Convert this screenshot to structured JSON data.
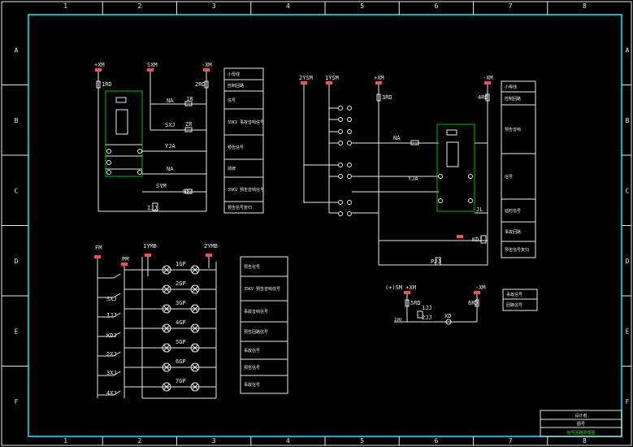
{
  "ruler": {
    "cols": [
      "1",
      "2",
      "3",
      "4",
      "5",
      "6",
      "7",
      "8"
    ],
    "rows": [
      "A",
      "B",
      "C",
      "D",
      "E",
      "F"
    ]
  },
  "labels": {
    "p1_xm_pos": "+XM",
    "p1_sxm": "SXM",
    "p1_xm_neg": "-XM",
    "p1_1rd": "1RD",
    "p1_2rd": "2RD",
    "p1_na": "NA",
    "p1_1r": "1R",
    "p1_sxj": "SXJ",
    "p1_zr": "ZR",
    "p1_yja": "YJA",
    "p1_na2": "NA",
    "p1_sym": "SYM",
    "p1_sxj2": "SXJ",
    "p1_ijj": "IJJ",
    "p2_2ysm": "2YSM",
    "p2_1ysm": "1YSM",
    "p2_xm_pos": "+XM",
    "p2_xm_neg": "-XM",
    "p2_3rd": "3RD",
    "p2_4rd": "4RD",
    "p2_na": "NA",
    "p2_yja": "YJA",
    "p2_jl": "JL",
    "p2_kdj": "KDJ",
    "p2_pjj": "PJJ",
    "p3_fm": "FM",
    "p3_pm": "PM",
    "p3_1ymb": "1YMB",
    "p3_2ymb": "2YMB",
    "p3_sxj": "SXJ",
    "p3_1jj": "1JJ",
    "p3_kdj": "KDJ",
    "p3_2xj": "2XJ",
    "p3_3xj": "3XJ",
    "p3_4xj": "4XJ",
    "p4_sm": "(+)SM +XM",
    "p4_xm_neg": "-XM",
    "p4_5rd": "5RD",
    "p4_6rd": "6RD",
    "p4_ijj": "1JJ",
    "p4_2jj": "2JJ",
    "p4_xd": "XD",
    "p4_100": "100"
  },
  "gp_lamps": [
    "1GP",
    "2GP",
    "3GP",
    "4GP",
    "5GP",
    "6GP",
    "7GP"
  ],
  "legend1": [
    "小母线",
    "控制回路",
    "信号",
    "35KV 事故音响信号",
    "预告信号",
    "掉牌",
    "35KV 预告音响信号",
    "预告信号复归"
  ],
  "legend2": [
    "小母线",
    "控制回路",
    "预告音响",
    "信号",
    "延时信号",
    "事故回路",
    "预告信号复归"
  ],
  "legend3": [
    "预告信号",
    "35KV 预告音响信号",
    "事故音响信号",
    "预告回路信号",
    "事故信号",
    "预告信号",
    "事故信号"
  ],
  "legend4": [
    "事故信号",
    "回路信号"
  ],
  "title_block": {
    "row1": "设计者",
    "row2": "图号",
    "name": "信号回路原理图"
  }
}
